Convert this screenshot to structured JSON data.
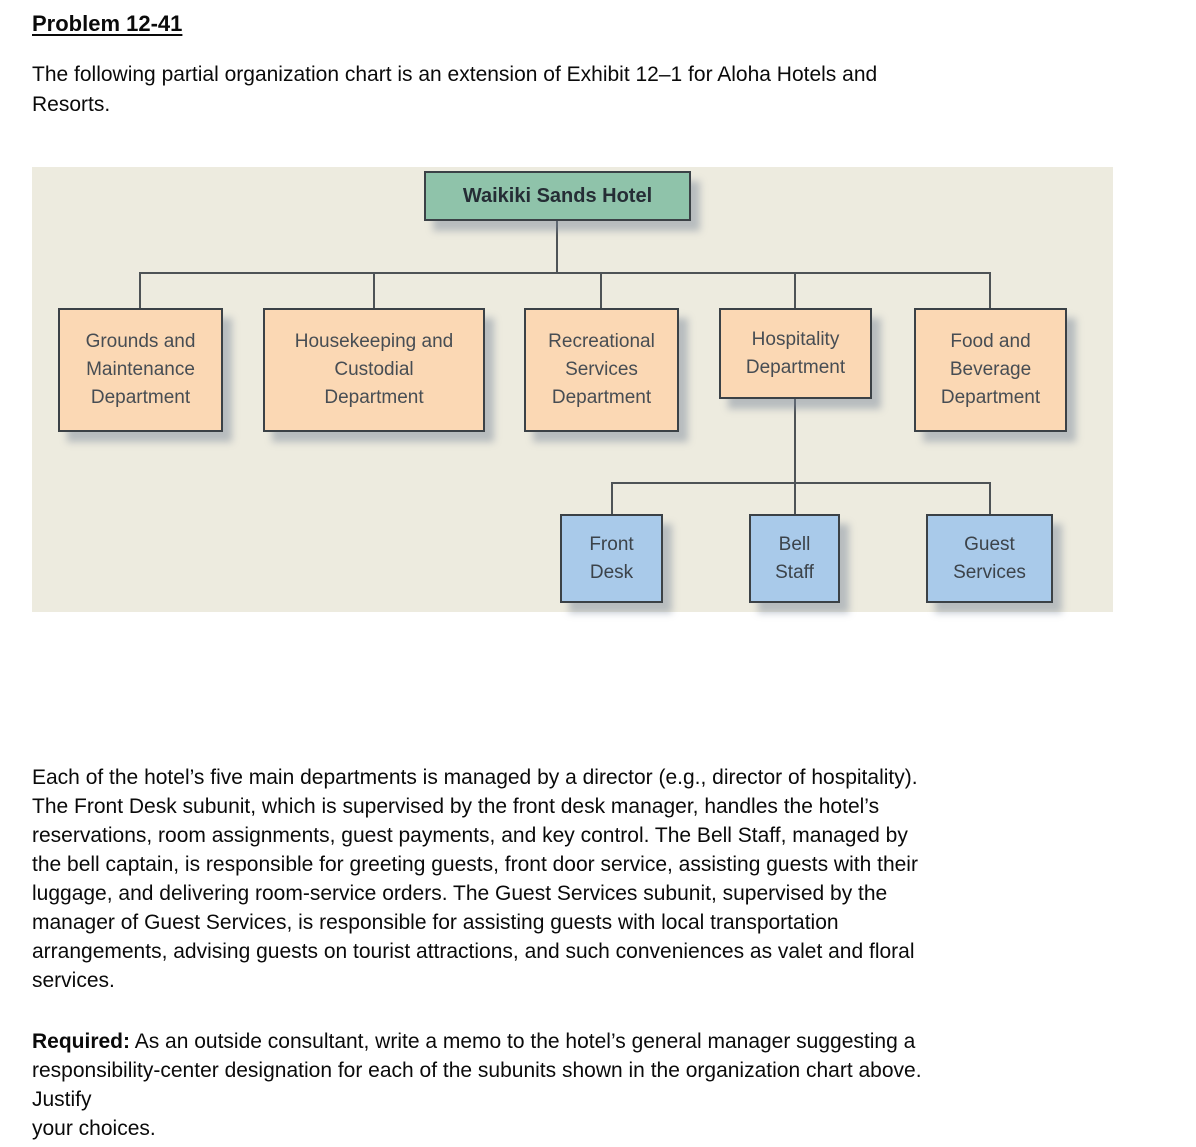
{
  "page": {
    "title": "Problem 12-41",
    "intro": "The following partial organization chart is an extension of Exhibit 12–1 for Aloha Hotels and\nResorts.",
    "description": "Each of the hotel’s five main departments is managed by a director (e.g., director of hospitality).\nThe Front Desk subunit, which is supervised by the front desk manager, handles the hotel’s\nreservations, room assignments, guest payments, and key control. The Bell Staff, managed by\nthe bell captain, is responsible for greeting guests, front door service, assisting guests with their\nluggage, and delivering room-service orders. The Guest Services subunit, supervised by the\nmanager of Guest Services, is responsible for assisting guests with local transportation\narrangements, advising guests on tourist attractions, and such conveniences as valet and floral\nservices.",
    "required_label": "Required:",
    "required_body": " As an outside consultant, write a memo to the hotel’s general manager suggesting a\nresponsibility-center designation for each of the subunits shown in the organization chart above.\nJustify\nyour choices."
  },
  "chart": {
    "root_label": "Waikiki Sands Hotel",
    "departments": [
      {
        "label": "Grounds and\nMaintenance\nDepartment"
      },
      {
        "label": "Housekeeping and\nCustodial\nDepartment"
      },
      {
        "label": "Recreational\nServices\nDepartment"
      },
      {
        "label": "Hospitality\nDepartment"
      },
      {
        "label": "Food and\nBeverage\nDepartment"
      }
    ],
    "subunits": [
      {
        "label": "Front\nDesk"
      },
      {
        "label": "Bell\nStaff"
      },
      {
        "label": "Guest\nServices"
      }
    ]
  },
  "chart_data": {
    "type": "org_chart",
    "root": "Waikiki Sands Hotel",
    "level2_departments": [
      "Grounds and Maintenance Department",
      "Housekeeping and Custodial Department",
      "Recreational Services Department",
      "Hospitality Department",
      "Food and Beverage Department"
    ],
    "level3_parent": "Hospitality Department",
    "level3_subunits": [
      "Front Desk",
      "Bell Staff",
      "Guest Services"
    ]
  },
  "colors": {
    "chart_background": "#edebdf",
    "root_box": "#8fc3aa",
    "department_box": "#fbd8b4",
    "subunit_box": "#a9caea",
    "box_border": "#3b4146",
    "connector_line": "#4e5356"
  }
}
